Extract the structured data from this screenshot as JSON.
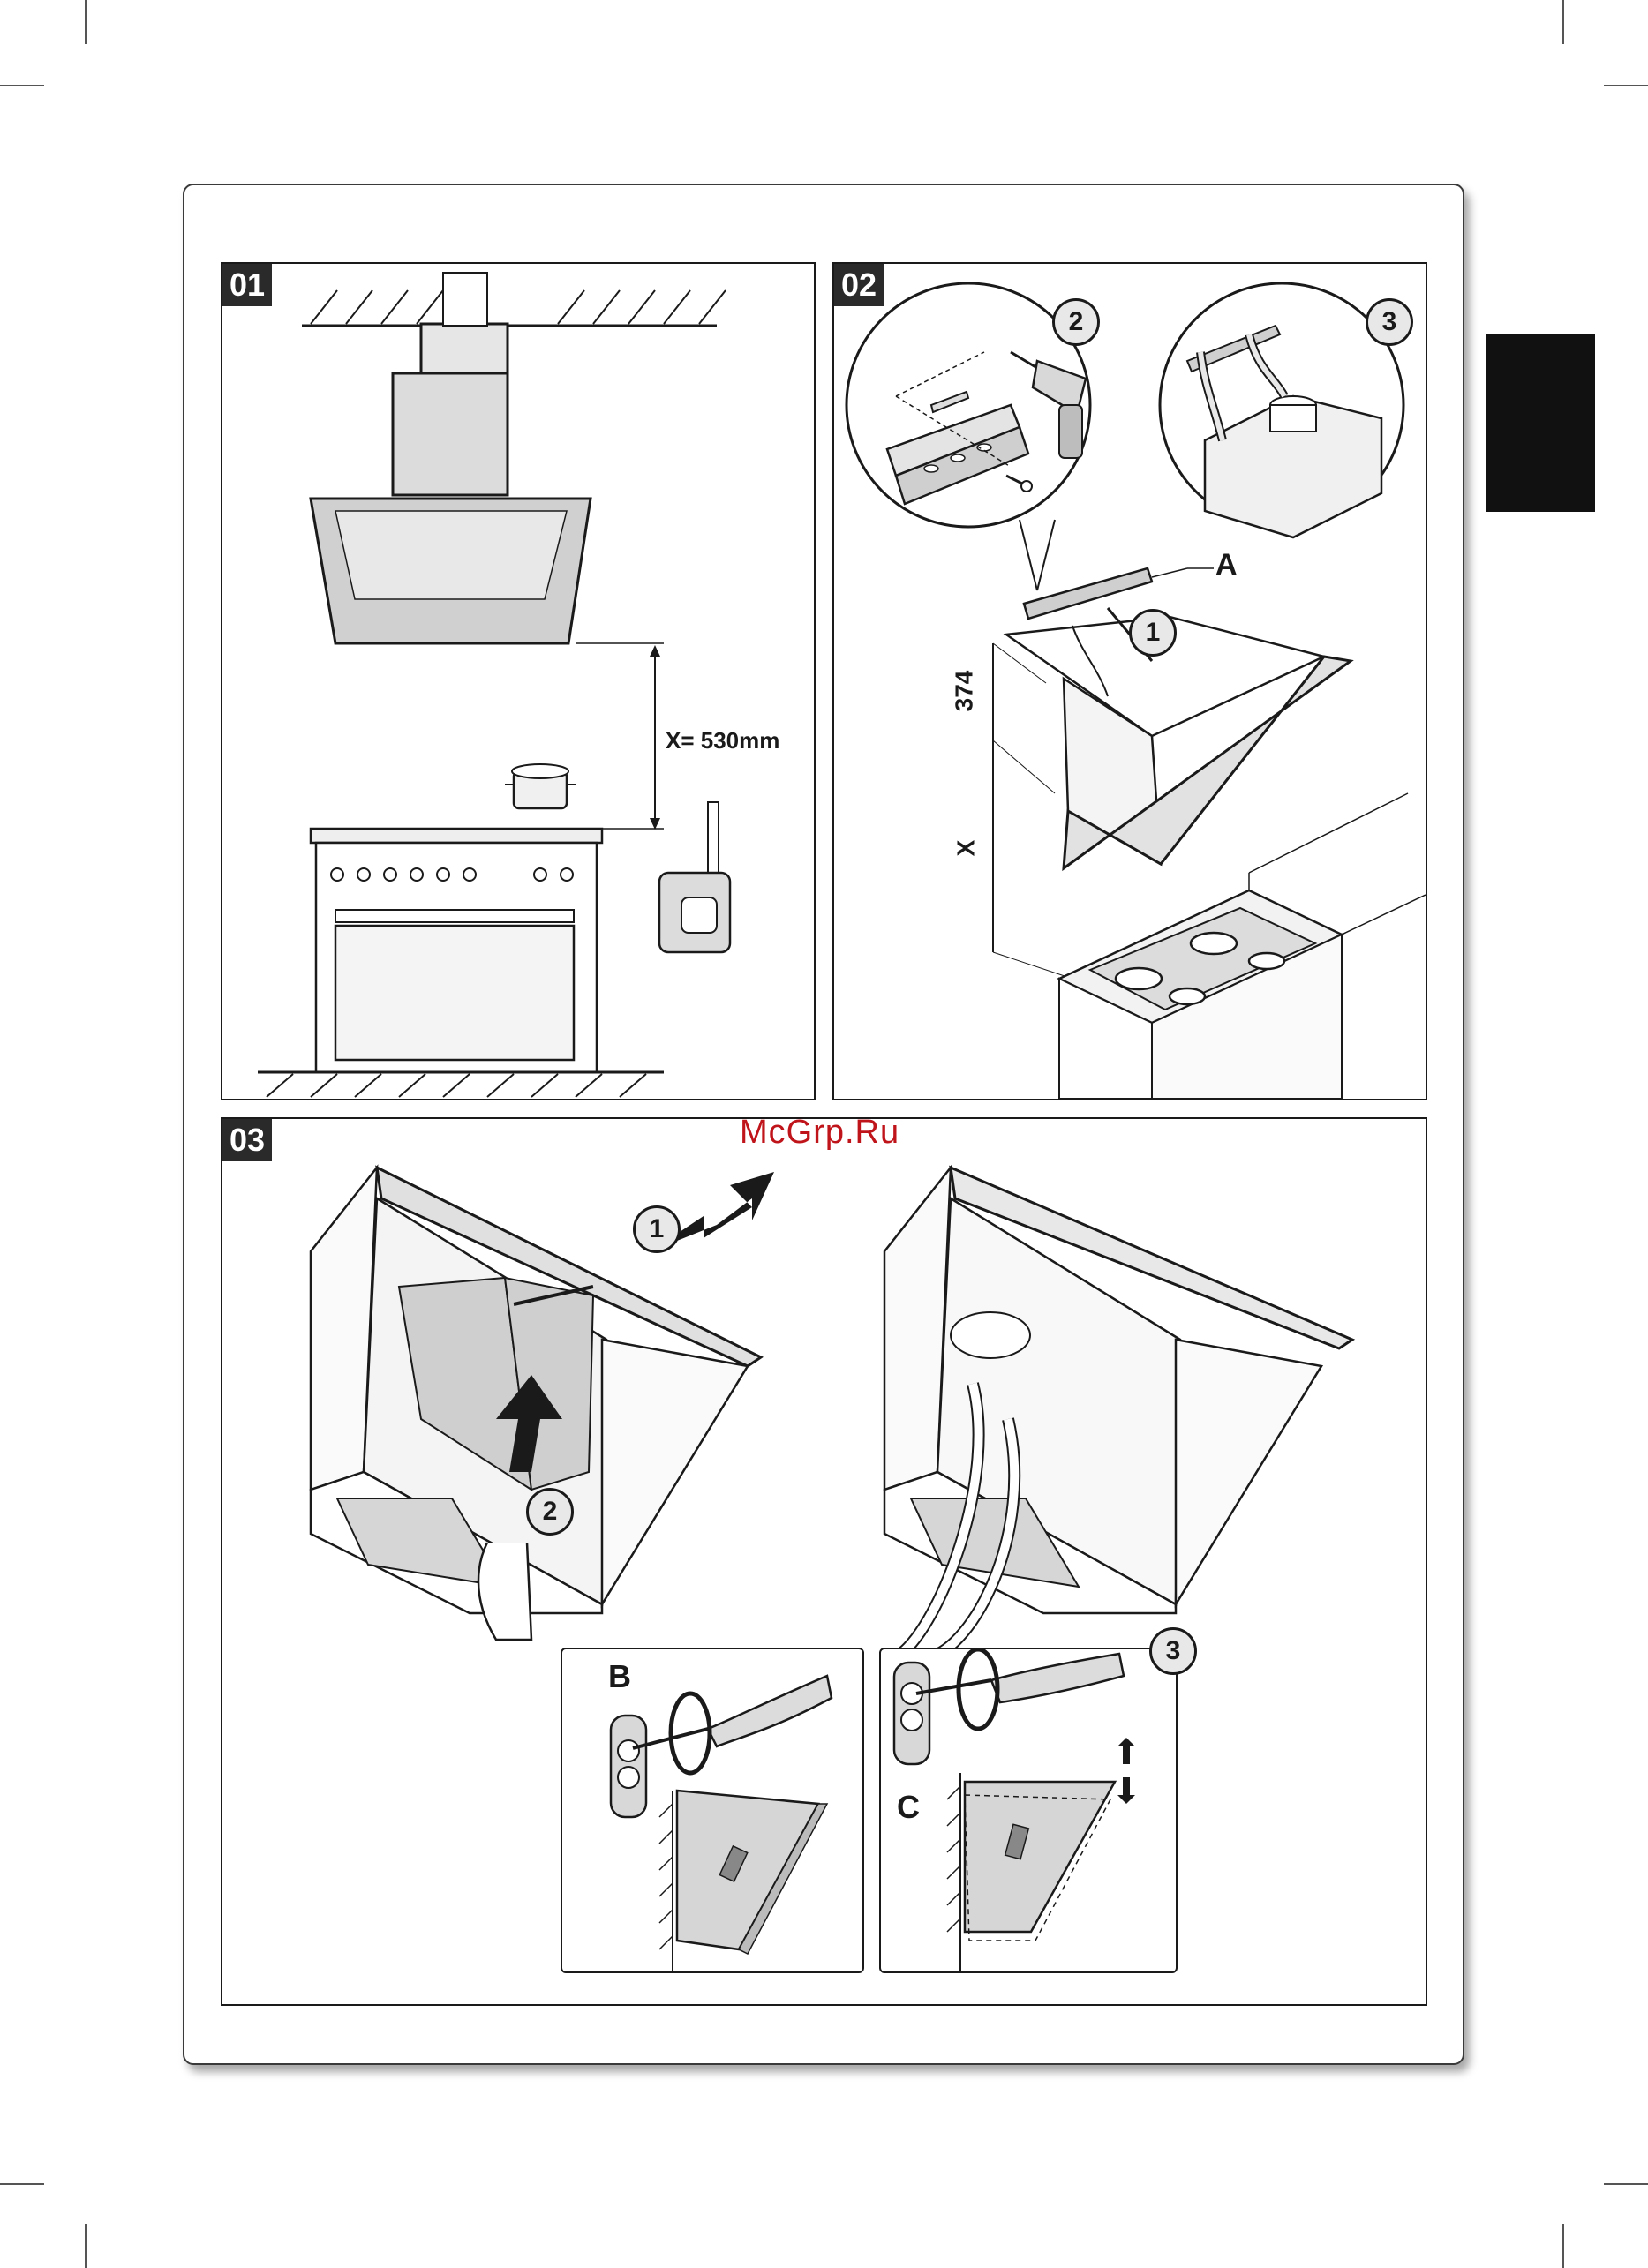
{
  "watermark": "McGrp.Ru",
  "steps": [
    {
      "number": "01",
      "dimension_label": "X= 530mm"
    },
    {
      "number": "02",
      "dimension_374": "374",
      "dimension_x": "X",
      "part_label": "A",
      "callouts": [
        "1",
        "2",
        "3"
      ]
    },
    {
      "number": "03",
      "callouts": [
        "1",
        "2",
        "3"
      ],
      "detail_labels": [
        "B",
        "C"
      ]
    }
  ],
  "colors": {
    "ink": "#1a1a1a",
    "badge": "#2a2a2a",
    "watermark": "#c0141b",
    "fill_gray": "#d6d6d6"
  }
}
